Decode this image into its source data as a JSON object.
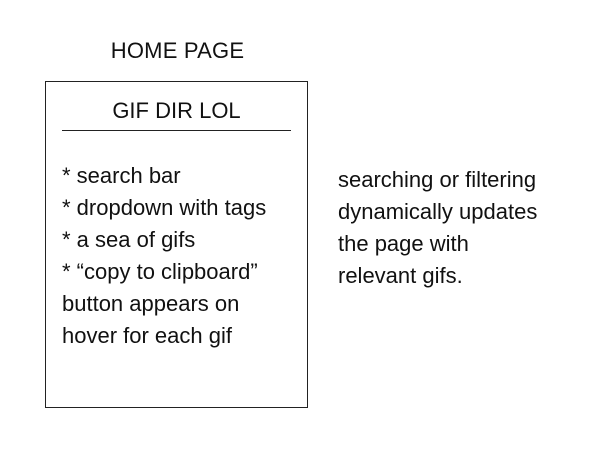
{
  "page_heading": "HOME PAGE",
  "wireframe": {
    "title": "GIF DIR LOL",
    "features": [
      "* search bar",
      "* dropdown with tags",
      "* a sea of gifs",
      "* “copy to clipboard”",
      "button appears on",
      "hover for each gif"
    ]
  },
  "annotation": {
    "lines": [
      "searching or filtering",
      "dynamically updates",
      "the page with",
      "relevant gifs."
    ]
  }
}
